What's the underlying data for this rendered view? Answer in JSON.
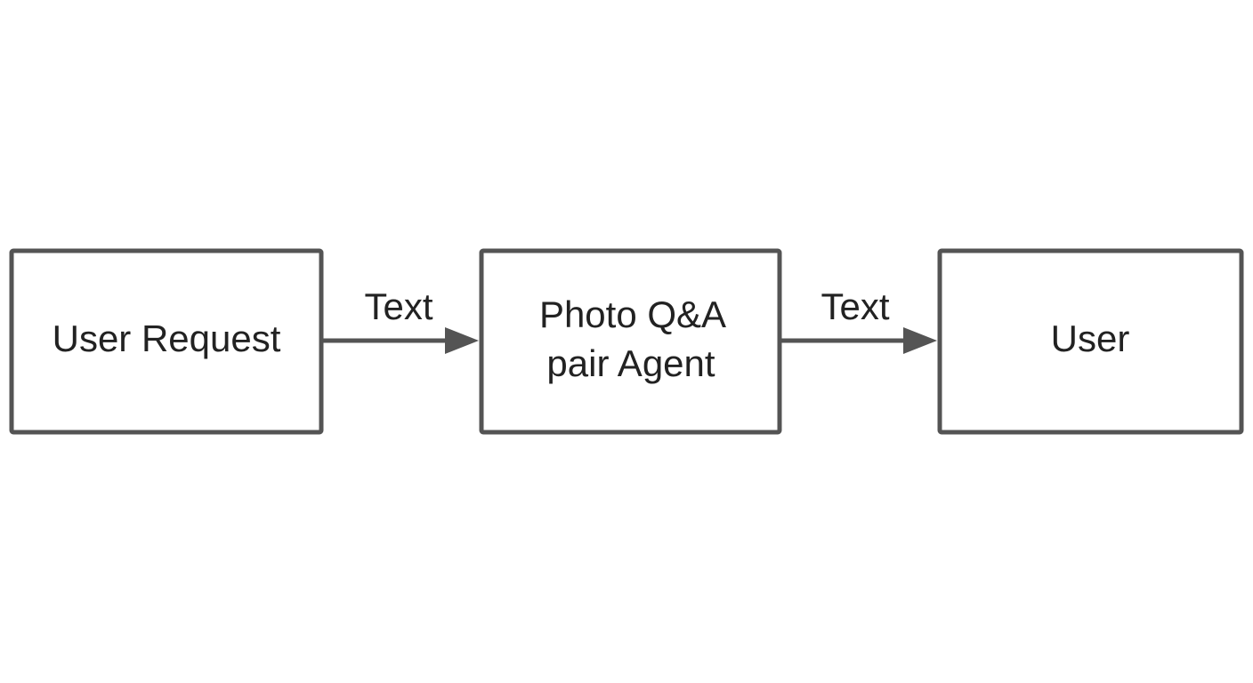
{
  "diagram": {
    "nodes": {
      "user_request": {
        "label": "User Request"
      },
      "agent": {
        "label_line1": "Photo Q&A",
        "label_line2": "pair Agent"
      },
      "user": {
        "label": "User"
      }
    },
    "edges": {
      "request_to_agent": {
        "label": "Text"
      },
      "agent_to_user": {
        "label": "Text"
      }
    },
    "colors": {
      "stroke": "#545454",
      "text": "#222222",
      "background": "#ffffff"
    }
  }
}
